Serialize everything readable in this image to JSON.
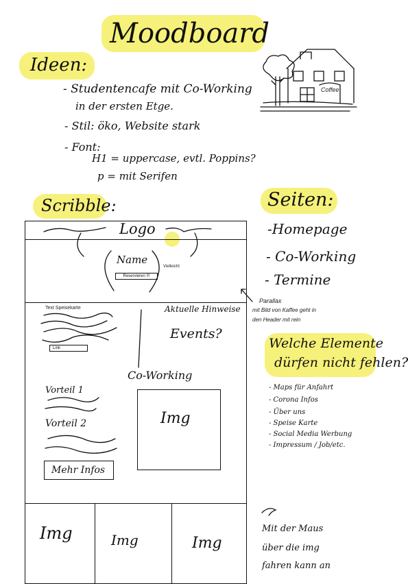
{
  "title": "Moodboard",
  "ideas": {
    "heading": "Ideen:",
    "items": [
      "- Studentencafe mit Co-Working",
      "in der ersten Etge.",
      "- Stil: öko, Website stark",
      "- Font:",
      "H1 = uppercase, evtl. Poppins?",
      "p = mit Serifen"
    ]
  },
  "sketch_label": "Scribble:",
  "cafe_sign": "Coffee",
  "pages": {
    "heading": "Seiten:",
    "items": [
      "-Homepage",
      "- Co-Working",
      "- Termine"
    ]
  },
  "elements": {
    "heading": [
      "Welche Elemente",
      "dürfen nicht fehlen?"
    ],
    "items": [
      "- Maps für Anfahrt",
      "- Corona Infos",
      "- Über uns",
      "- Speise Karte",
      "- Social Media Werbung",
      "- Impressum / Job/etc."
    ]
  },
  "parallax_note": [
    "Parallax",
    "mit Bild von Kaffee geht in",
    "den Header mit rein"
  ],
  "hover_note": [
    "Mit der Maus",
    "über die img",
    "fahren kann an"
  ],
  "wireframe": {
    "logo": "Logo",
    "name": "Name",
    "reserve_button": "Reservieren !!!",
    "maybe": "Vielleicht",
    "menu_text": "Text Speisekarte",
    "link": "Link",
    "notices": "Aktuelle Hinweise",
    "events": "Events?",
    "coworking": "Co-Working",
    "advantage1": "Vorteil 1",
    "advantage2": "Vorteil 2",
    "img": "Img",
    "more": "Mehr Infos",
    "gallery": [
      "Img",
      "Img",
      "Img"
    ]
  }
}
